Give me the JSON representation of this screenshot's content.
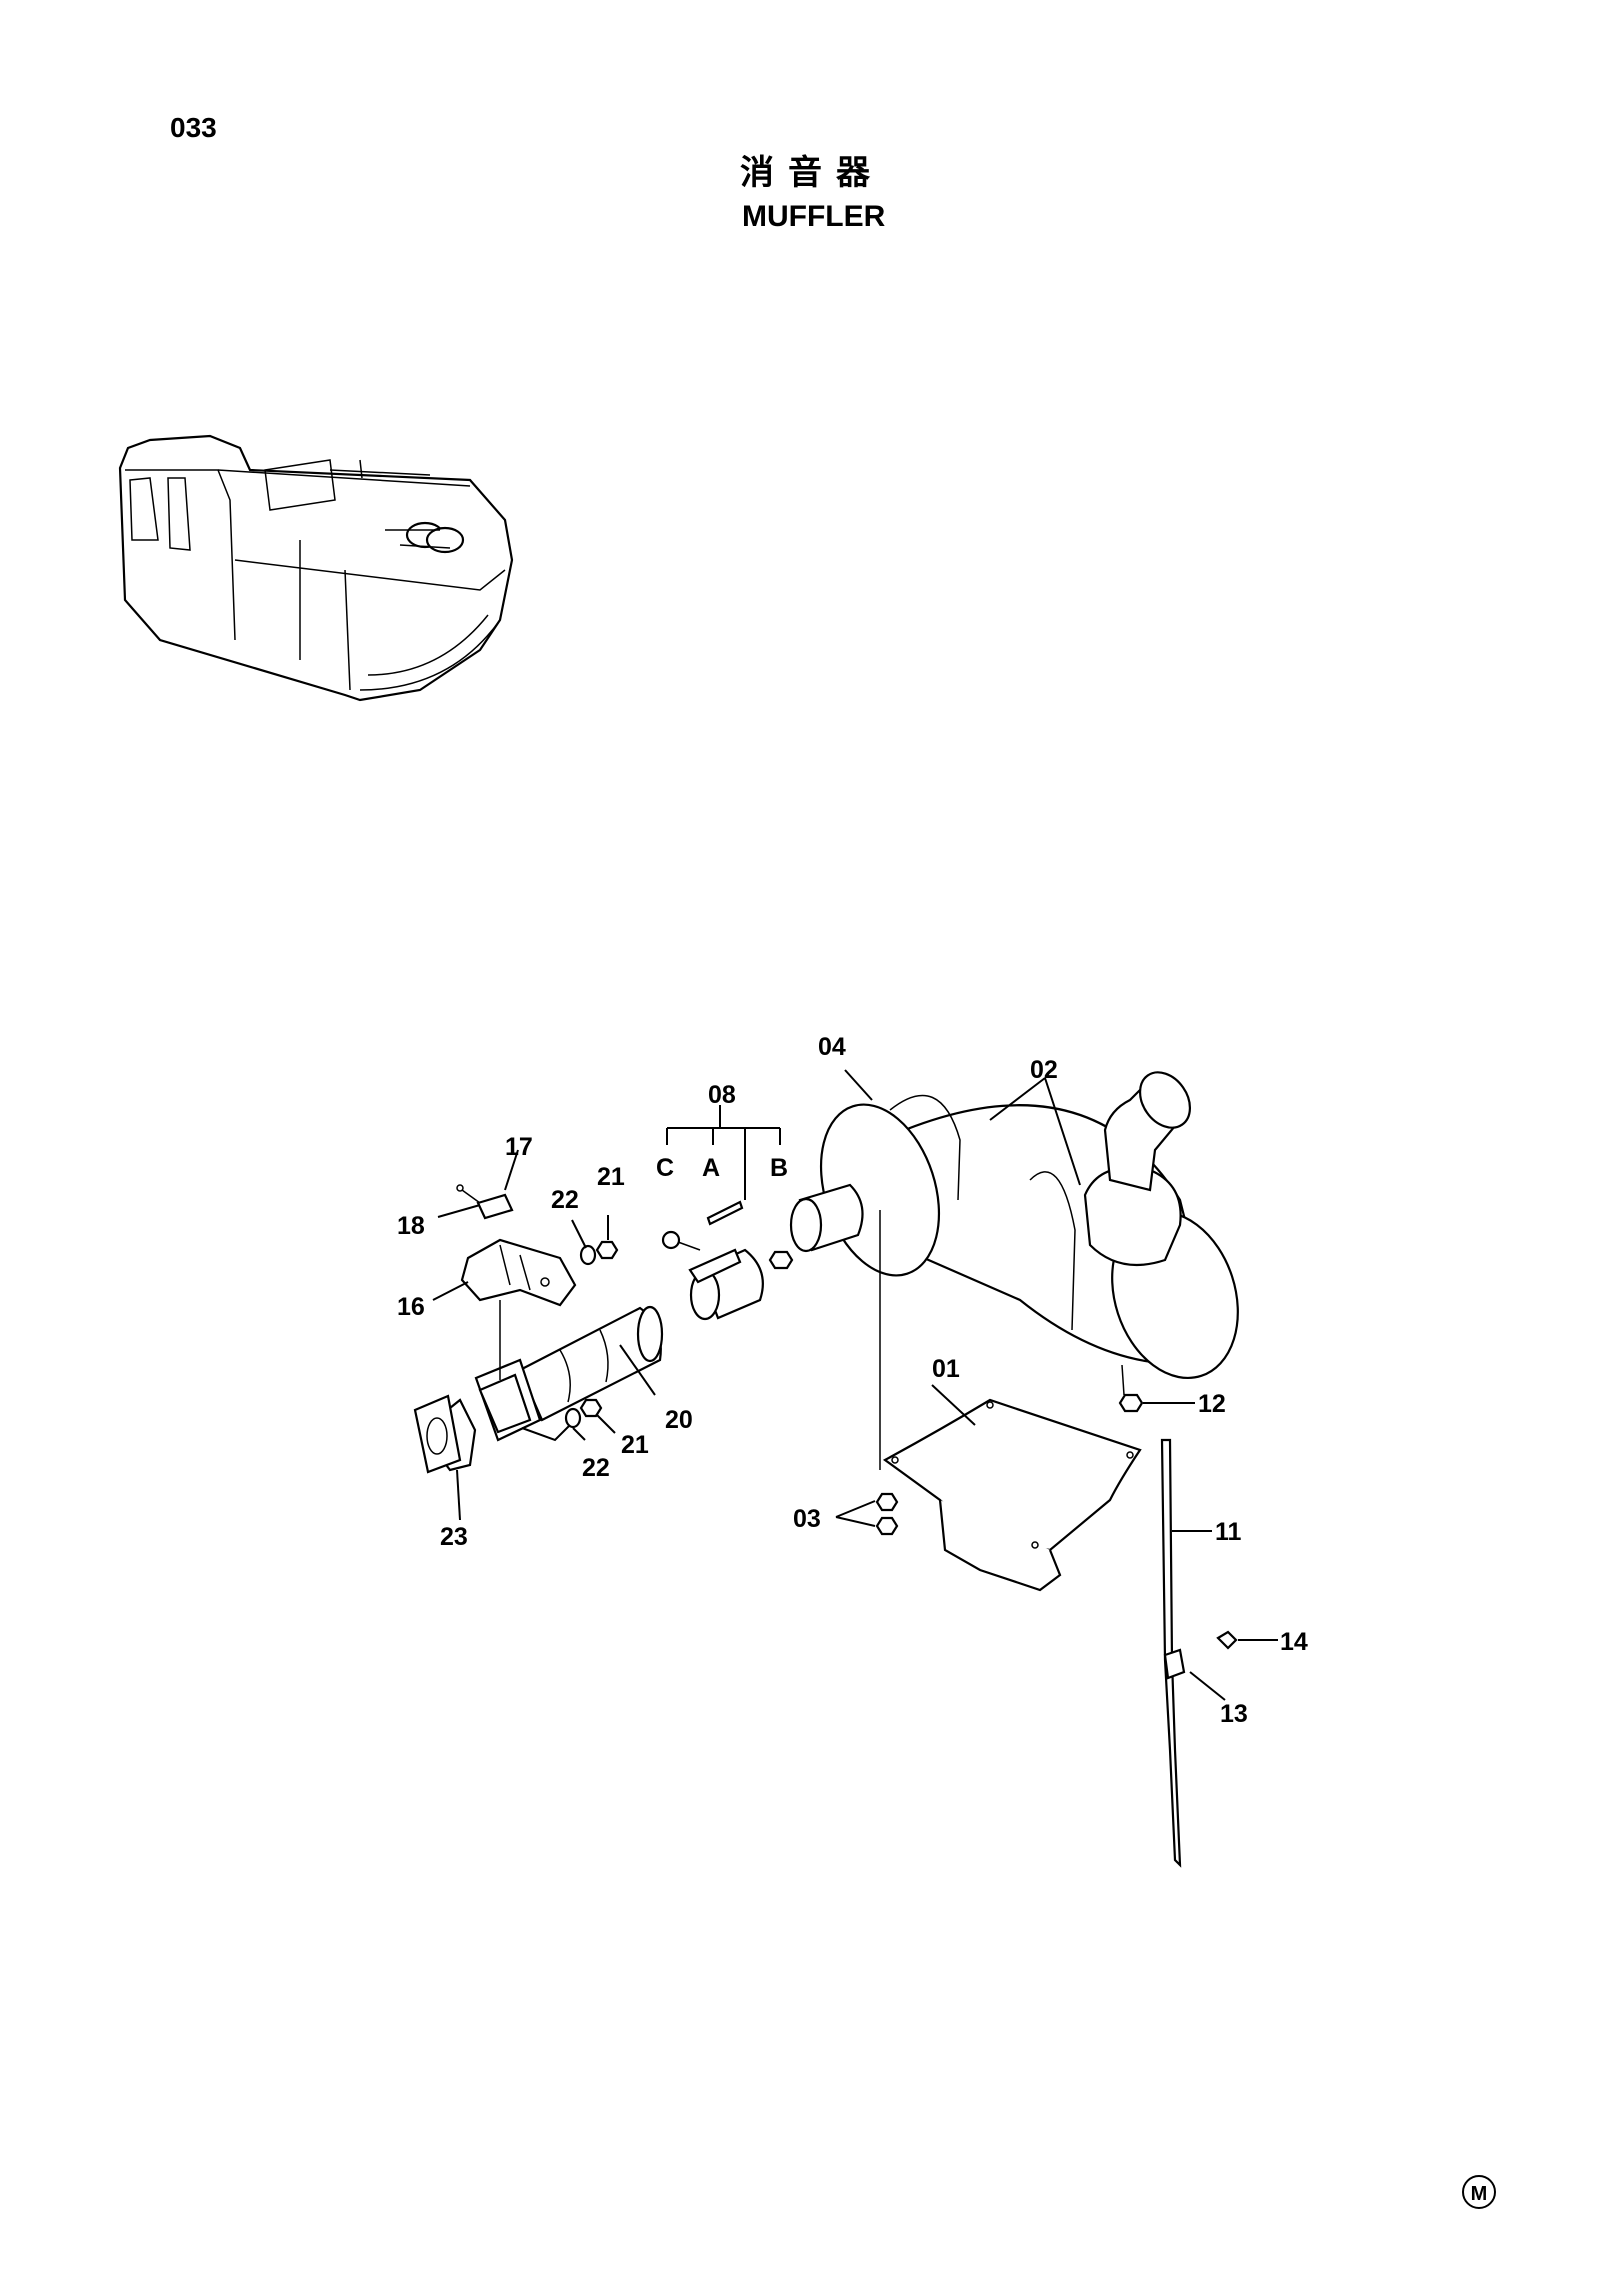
{
  "page": {
    "number": "033",
    "title_jp": "消音器",
    "title_en": "MUFFLER",
    "mark": "M"
  },
  "callouts": {
    "c01": "01",
    "c02": "02",
    "c03": "03",
    "c04": "04",
    "c08": "08",
    "c11": "11",
    "c12": "12",
    "c13": "13",
    "c14": "14",
    "c16": "16",
    "c17": "17",
    "c18": "18",
    "c20": "20",
    "c21a": "21",
    "c21b": "21",
    "c22a": "22",
    "c22b": "22",
    "c23": "23",
    "sub_a": "A",
    "sub_b": "B",
    "sub_c": "C"
  }
}
